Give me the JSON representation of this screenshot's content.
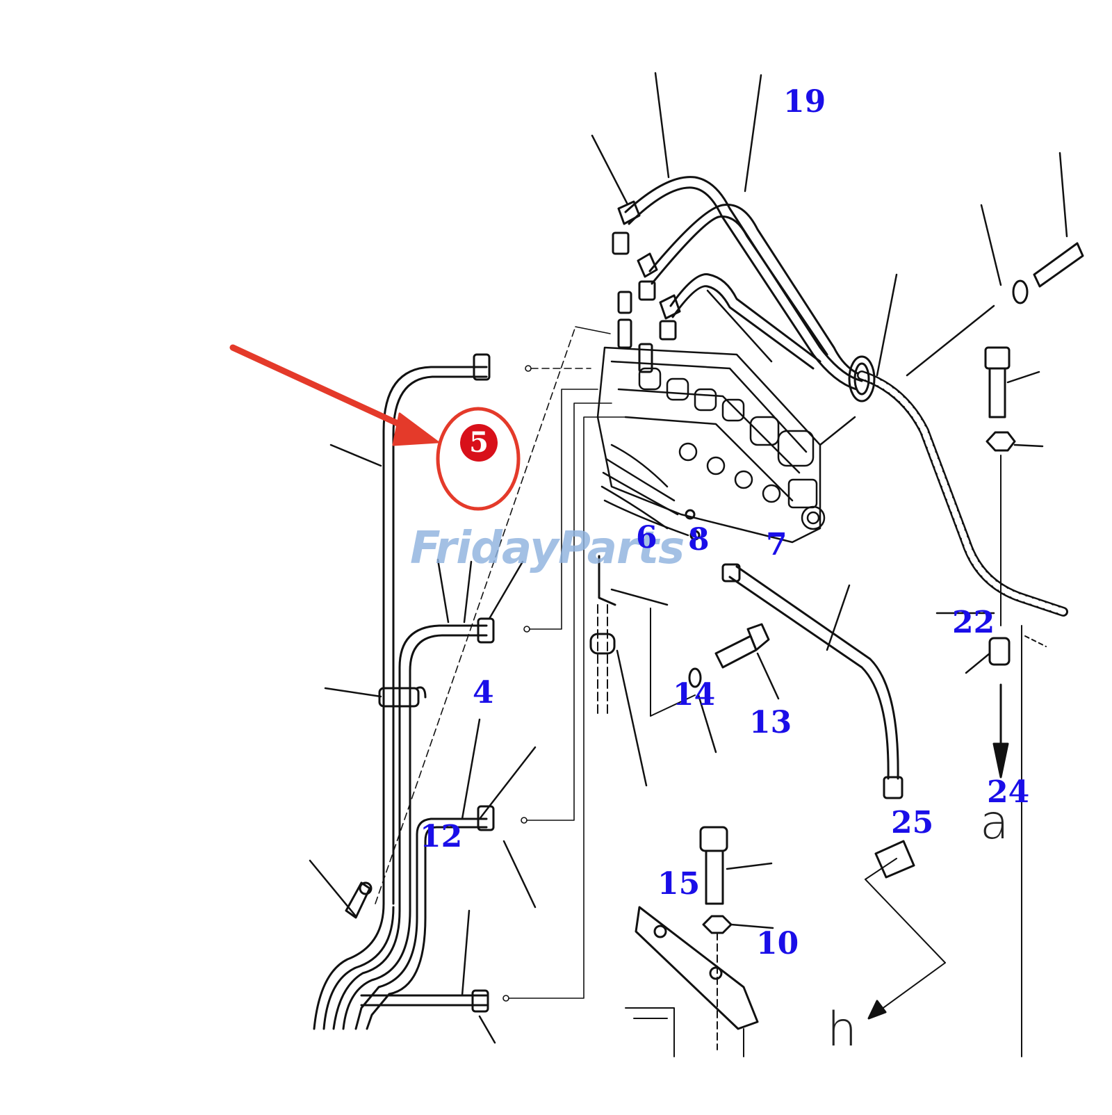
{
  "watermark": {
    "part1": "Friday",
    "part2": "Parts"
  },
  "highlight": {
    "badge": "5"
  },
  "callouts": {
    "c19": "19",
    "c6": "6",
    "c8": "8",
    "c7": "7",
    "c4": "4",
    "c14": "14",
    "c13": "13",
    "c22": "22",
    "c24": "24",
    "c25": "25",
    "c12": "12",
    "c15": "15",
    "c10": "10"
  },
  "letters": {
    "a": "a",
    "h": "h"
  },
  "colors": {
    "callout": "#1a0ee8",
    "arrow": "#e43a2a",
    "badge": "#d8101a",
    "watermark": "#8fb3df"
  }
}
